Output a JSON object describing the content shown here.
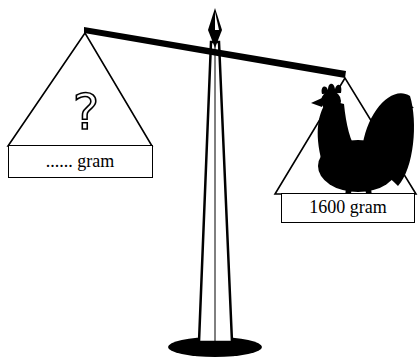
{
  "diagram": {
    "nodes": [
      {
        "text": [
          "...... gram"
        ]
      },
      {
        "text": [
          "1600 gram"
        ]
      }
    ],
    "labels": [
      "?"
    ]
  }
}
